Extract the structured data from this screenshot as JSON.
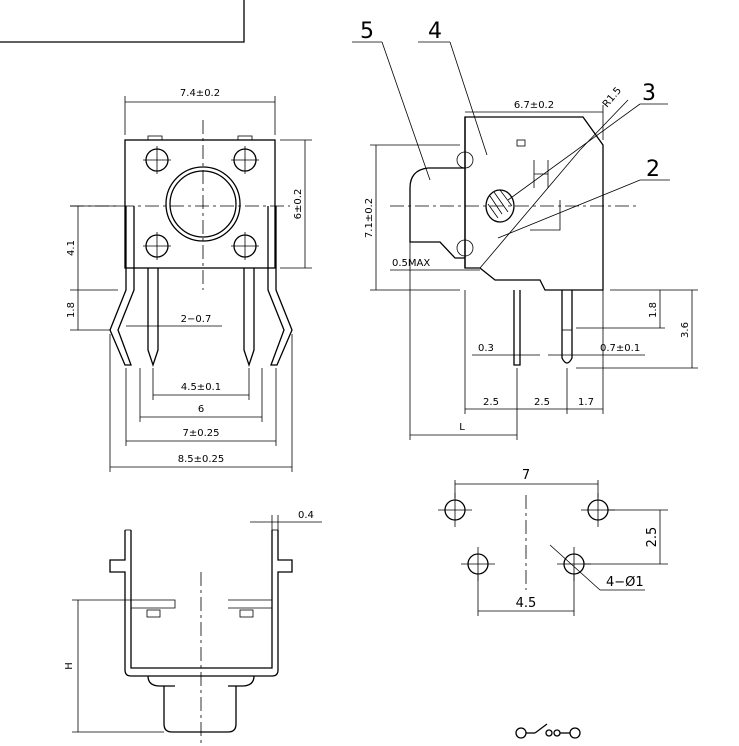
{
  "front_view": {
    "width": "7.4±0.2",
    "height": "6±0.2",
    "dim_4_1": "4.1",
    "dim_1_8": "1.8",
    "pin_width": "2−0.7",
    "pin_pitch": "4.5±0.1",
    "inner_span": "6",
    "outer_span": "7±0.25",
    "total_span": "8.5±0.25"
  },
  "side_view": {
    "length": "6.7±0.2",
    "height": "7.1±0.2",
    "radius": "R1.5",
    "max_gap": "0.5MAX",
    "lead_dim": "1.8",
    "total_lead": "3.6",
    "pin_thickness": "0.3",
    "pin_width": "0.7±0.1",
    "pitch_a": "2.5",
    "pitch_b": "2.5",
    "offset": "1.7",
    "length_var": "L",
    "part_5": "5",
    "part_4": "4",
    "part_3": "3",
    "part_2": "2"
  },
  "bottom_view": {
    "thickness": "0.4",
    "height_var": "H"
  },
  "footprint": {
    "width": "7",
    "height": "2.5",
    "pin_pitch": "4.5",
    "holes": "4−Ø1"
  }
}
